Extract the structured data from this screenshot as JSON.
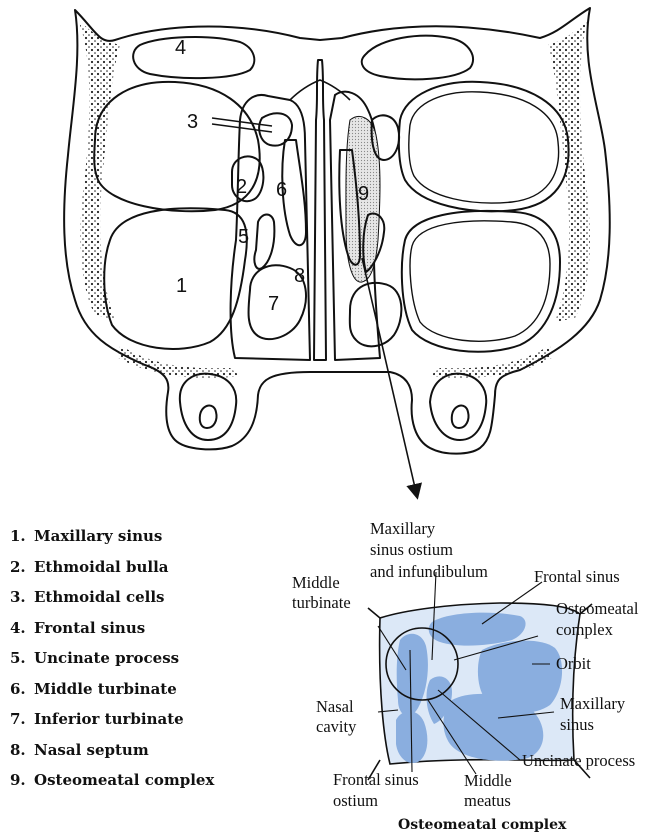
{
  "legend": [
    {
      "num": "1.",
      "label": "Maxillary sinus"
    },
    {
      "num": "2.",
      "label": "Ethmoidal bulla"
    },
    {
      "num": "3.",
      "label": "Ethmoidal cells"
    },
    {
      "num": "4.",
      "label": "Frontal sinus"
    },
    {
      "num": "5.",
      "label": "Uncinate process"
    },
    {
      "num": "6.",
      "label": "Middle turbinate"
    },
    {
      "num": "7.",
      "label": "Inferior turbinate"
    },
    {
      "num": "8.",
      "label": "Nasal septum"
    },
    {
      "num": "9.",
      "label": "Osteomeatal complex"
    }
  ],
  "section_numbers": {
    "n1": "1",
    "n2": "2",
    "n3": "3",
    "n4": "4",
    "n5": "5",
    "n6": "6",
    "n7": "7",
    "n8": "8",
    "n9": "9"
  },
  "inset": {
    "title": "Osteomeatal complex",
    "labels": {
      "max_ostium_1": "Maxillary",
      "max_ostium_2": "sinus ostium",
      "max_ostium_3": "and infundibulum",
      "frontal_sinus": "Frontal sinus",
      "middle_turbinate_1": "Middle",
      "middle_turbinate_2": "turbinate",
      "omc_1": "Osteomeatal",
      "omc_2": "complex",
      "orbit": "Orbit",
      "nasal_cavity_1": "Nasal",
      "nasal_cavity_2": "cavity",
      "maxillary_sinus_1": "Maxillary",
      "maxillary_sinus_2": "sinus",
      "uncinate": "Uncinate process",
      "frontal_ostium_1": "Frontal sinus",
      "frontal_ostium_2": "ostium",
      "middle_meatus_1": "Middle",
      "middle_meatus_2": "meatus"
    }
  },
  "colors": {
    "ink": "#111111",
    "inset_fill_light": "#dce8f7",
    "inset_fill_dark": "#8aaedf",
    "stipple": "#d6d6d6"
  }
}
